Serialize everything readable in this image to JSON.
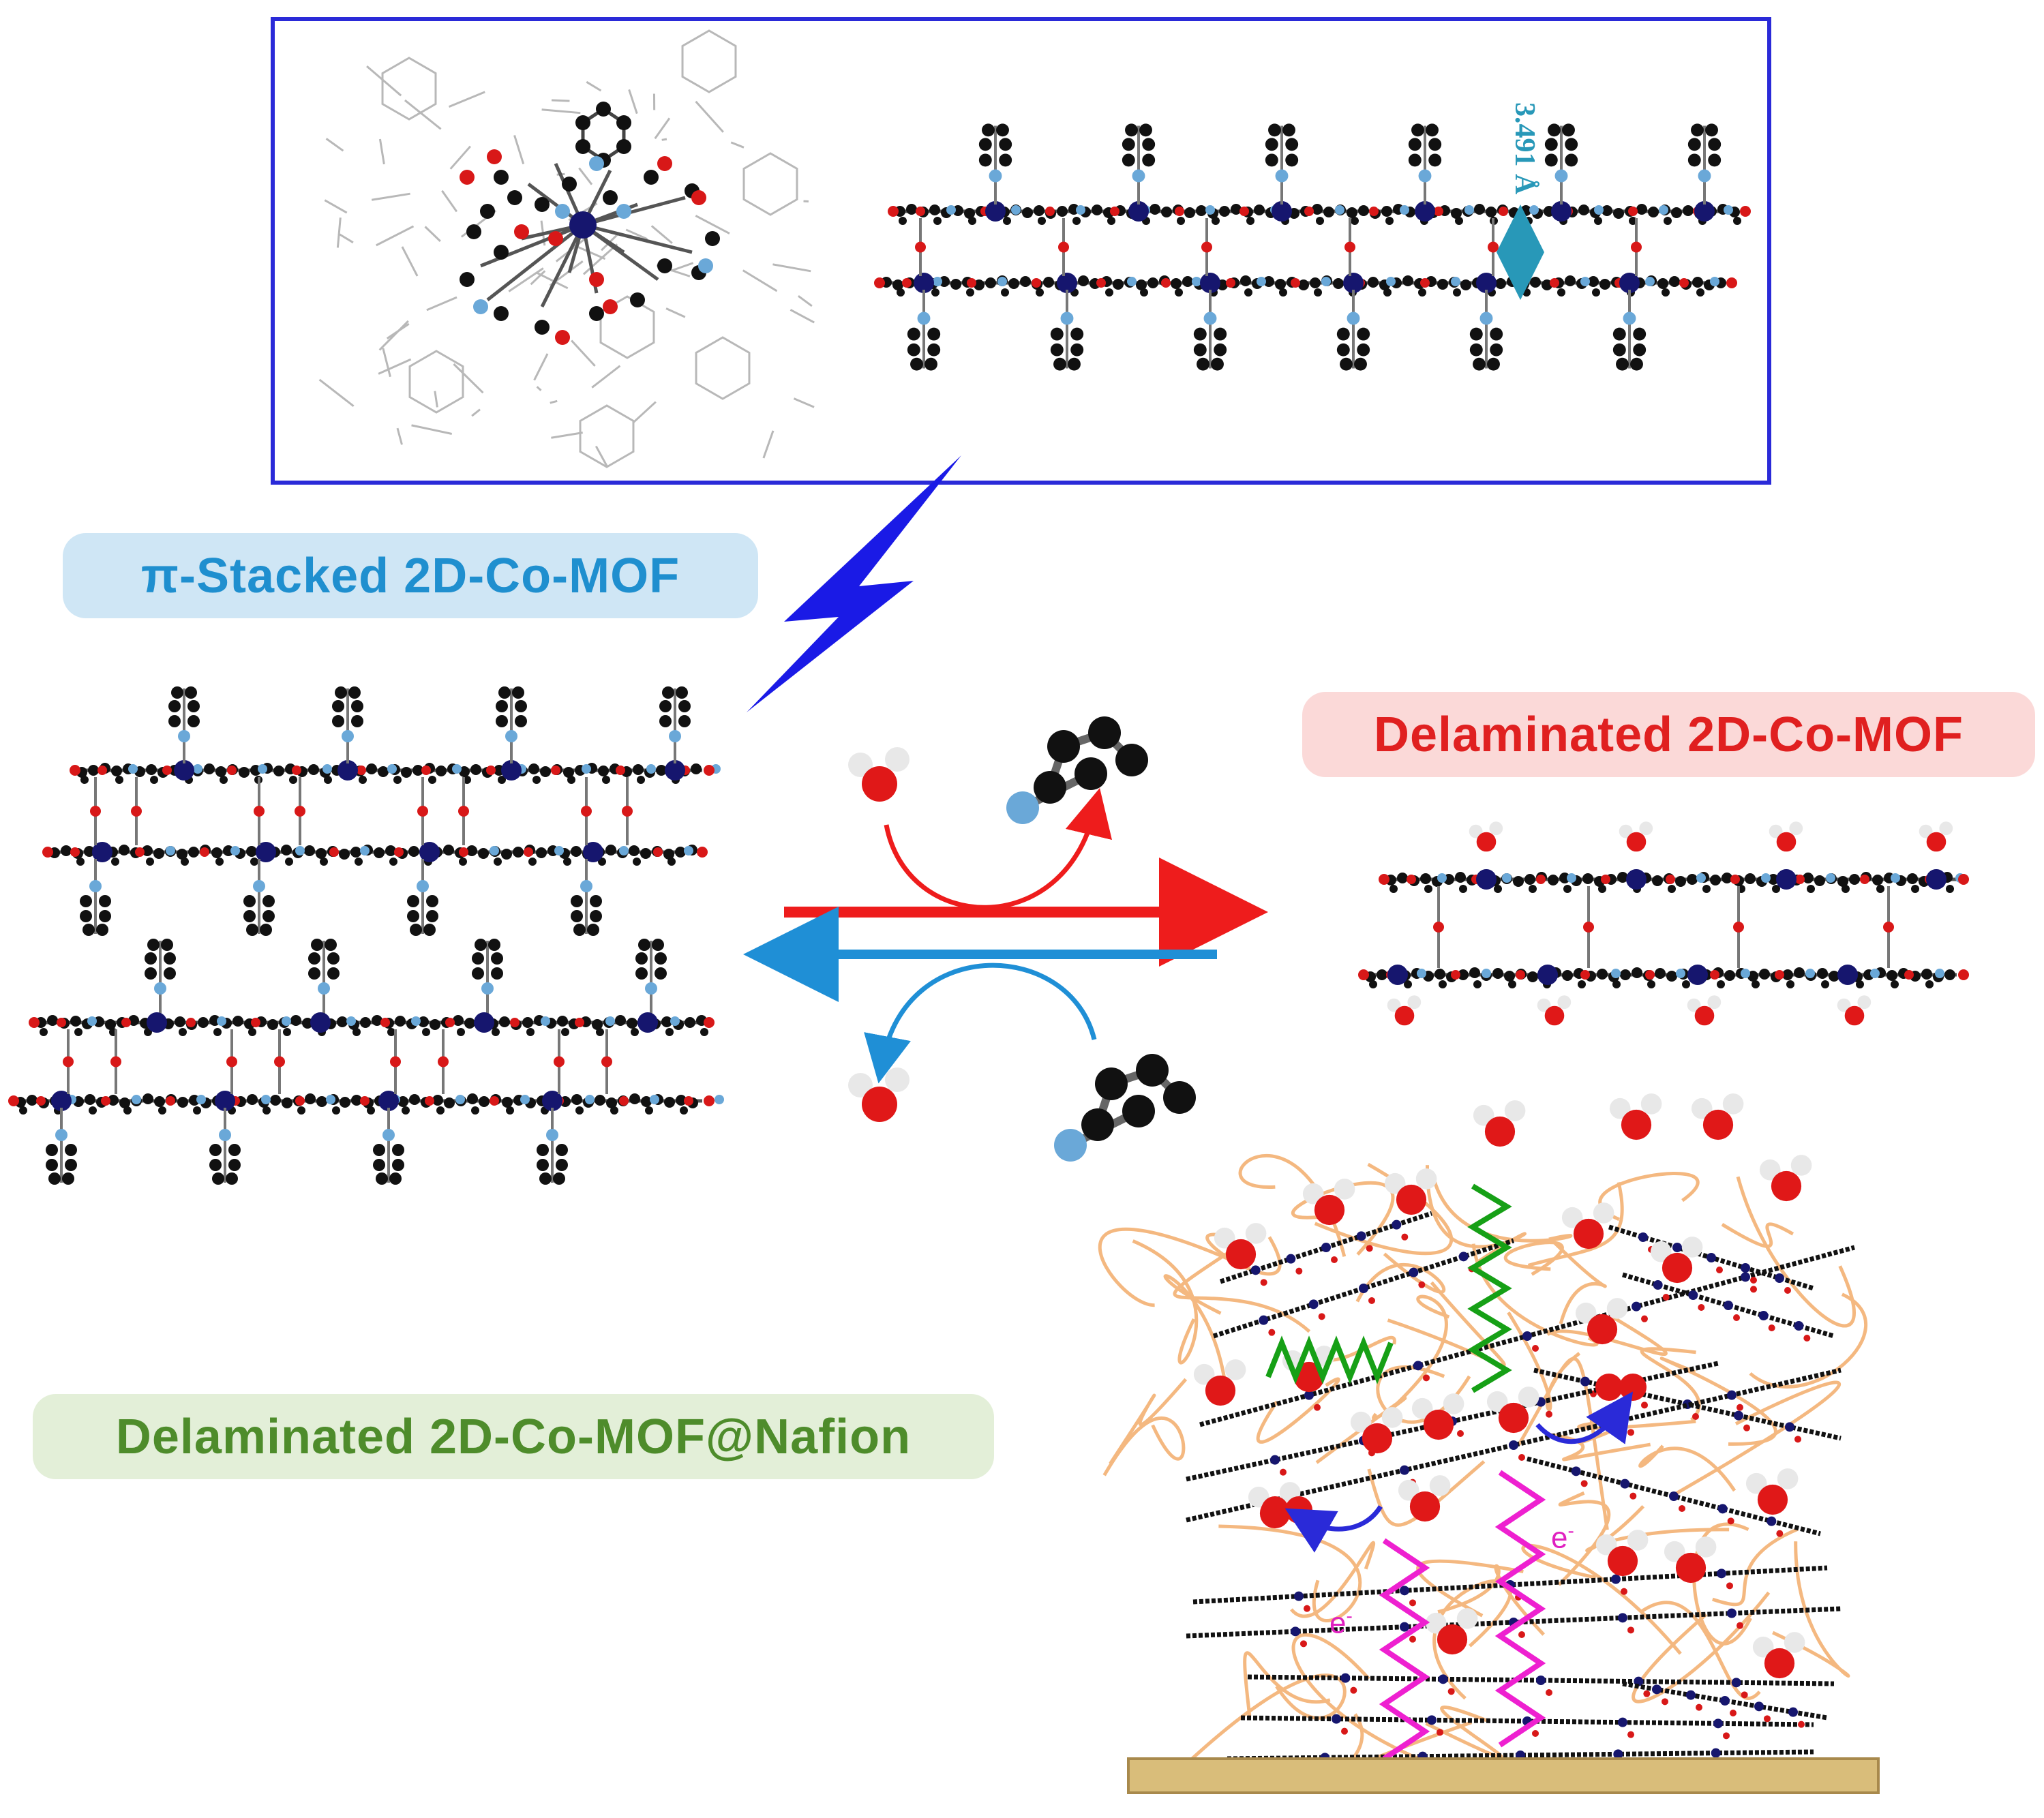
{
  "labels": {
    "stacked": "π-Stacked 2D-Co-MOF",
    "delaminated": "Delaminated 2D-Co-MOF",
    "nafion": "Delaminated 2D-Co-MOF@Nafion",
    "distance": "3.491 Å",
    "electron1": "e",
    "electron2": "e",
    "electron_sup": "-"
  },
  "colors": {
    "box_border": "#2a2ad8",
    "big_arrow": "#1a1ae6",
    "red_arrow": "#ee1c1c",
    "blue_arrow": "#1f8fd6",
    "cobalt": "#16166e",
    "oxygen": "#d81818",
    "nitrogen": "#6aa8d8",
    "carbon": "#111111",
    "nafion": "#f4b880",
    "substrate": "#d9bd7a",
    "green_wave": "#16a016",
    "magenta_wave": "#ee20d0"
  }
}
